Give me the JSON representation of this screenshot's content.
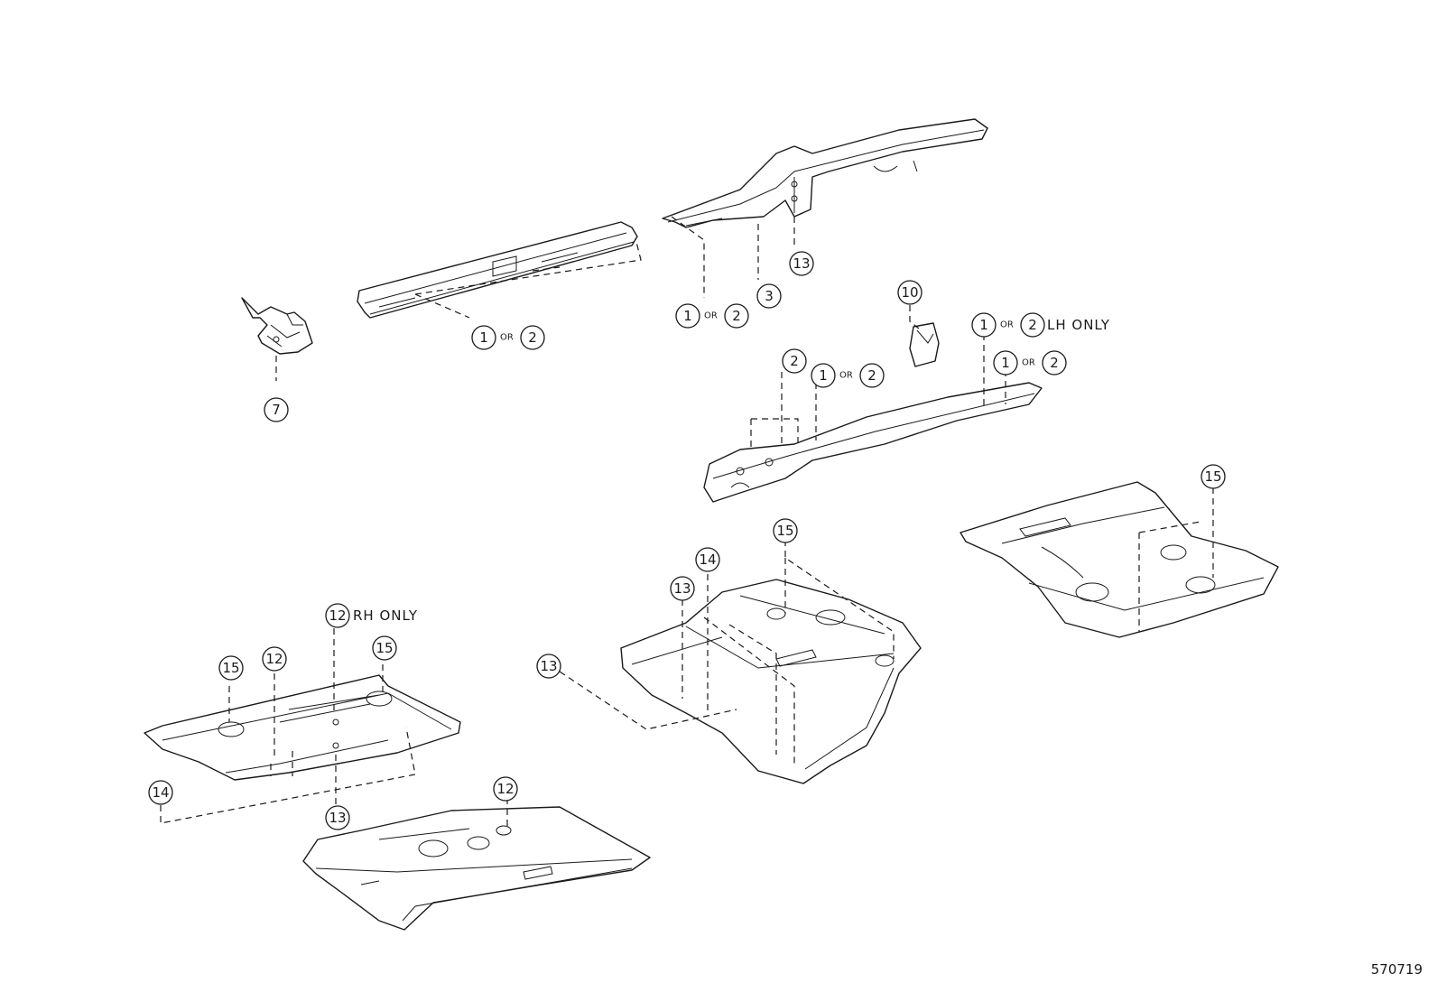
{
  "diagram_code": "570719",
  "or_label": "OR",
  "callouts": {
    "c1": "1",
    "c2": "2",
    "c3": "3",
    "c7": "7",
    "c10": "10",
    "c12": "12",
    "c13": "13",
    "c14": "14",
    "c15": "15"
  },
  "notes": {
    "lh_only": "LH ONLY",
    "rh_only": "RH ONLY"
  }
}
